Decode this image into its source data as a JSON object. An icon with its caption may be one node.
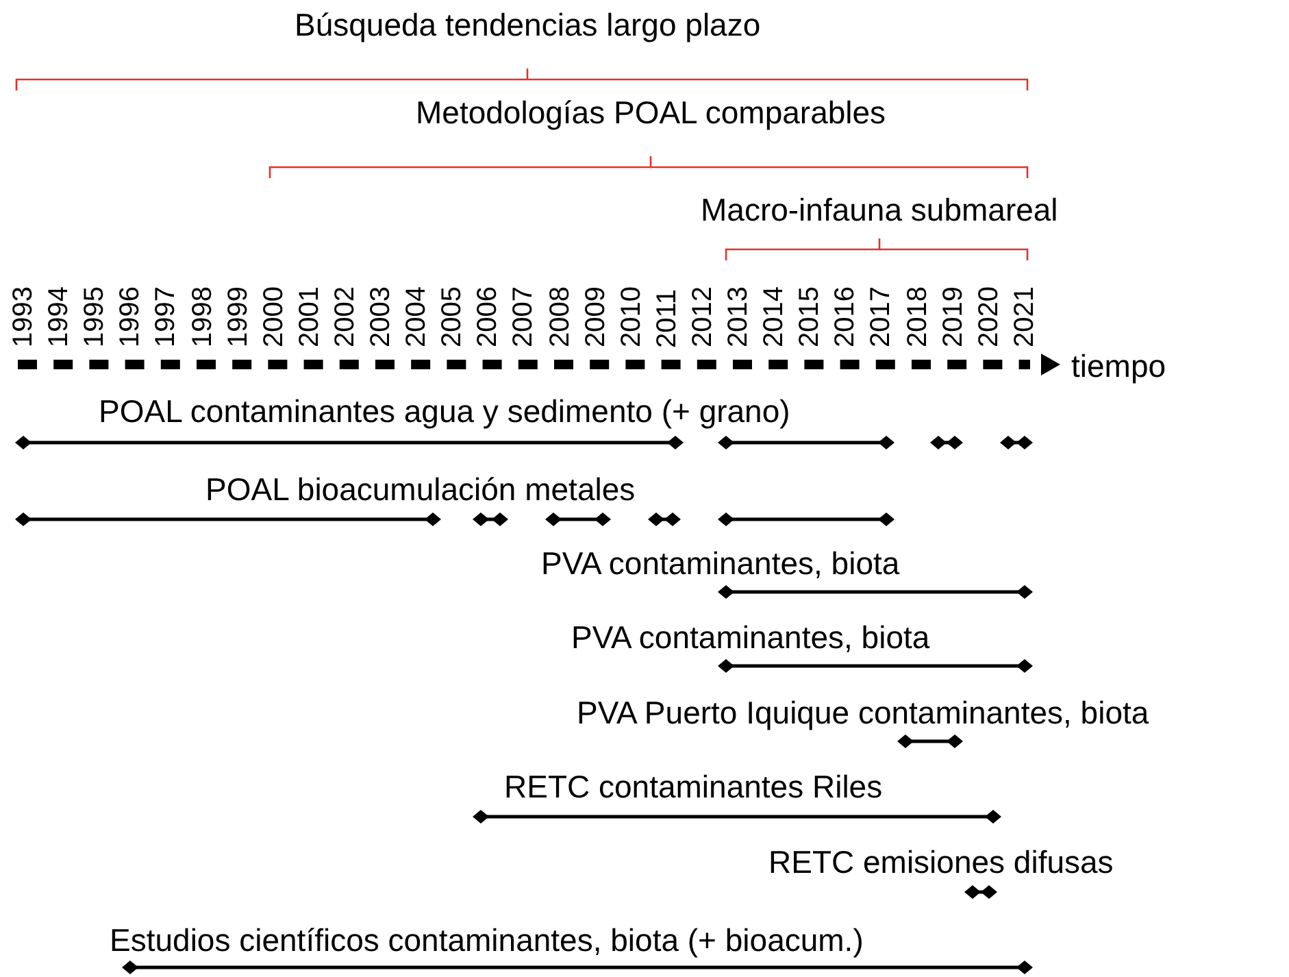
{
  "diagram": {
    "labels": [
      "Búsqueda tendencias largo plazo",
      "Metodologías POAL comparables",
      "Macro-infauna submareal",
      "1993",
      "1994",
      "1995",
      "1996",
      "1997",
      "1998",
      "1999",
      "2000",
      "2001",
      "2002",
      "2003",
      "2004",
      "2005",
      "2006",
      "2007",
      "2008",
      "2009",
      "2010",
      "2011",
      "2012",
      "2013",
      "2014",
      "2015",
      "2016",
      "2017",
      "2018",
      "2019",
      "2020",
      "2021",
      "tiempo",
      "POAL contaminantes agua y sedimento (+ grano)",
      "POAL bioacumulación metales",
      "PVA contaminantes, biota",
      "PVA contaminantes, biota",
      "PVA Puerto Iquique contaminantes, biota",
      "RETC contaminantes Riles",
      "RETC emisiones difusas",
      "Estudios científicos contaminantes, biota (+ bioacum.)"
    ]
  }
}
